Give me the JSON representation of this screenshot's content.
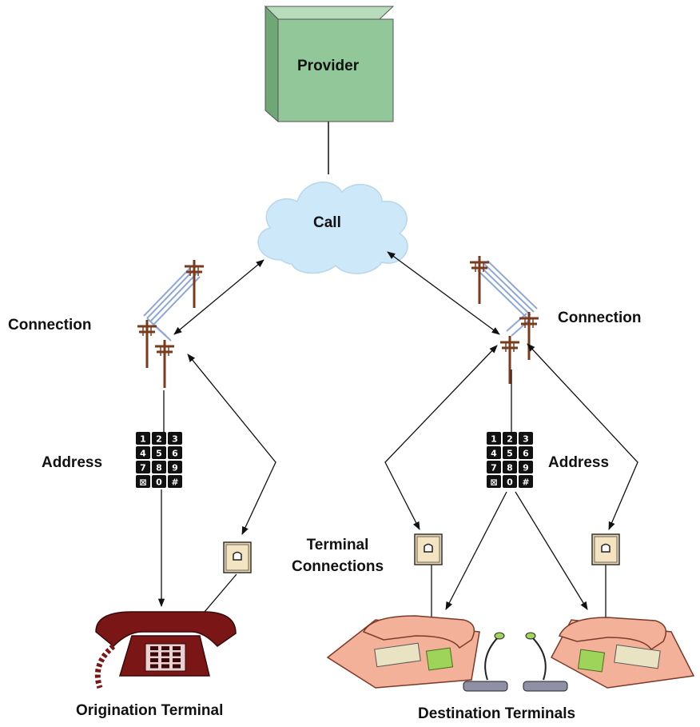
{
  "labels": {
    "provider": "Provider",
    "call": "Call",
    "connection_left": "Connection",
    "connection_right": "Connection",
    "address_left": "Address",
    "address_right": "Address",
    "terminal_connections_line1": "Terminal",
    "terminal_connections_line2": "Connections",
    "origination_terminal": "Origination Terminal",
    "destination_terminals": "Destination Terminals"
  },
  "keypad_keys": [
    "1",
    "2",
    "3",
    "4",
    "5",
    "6",
    "7",
    "8",
    "9",
    "⊠",
    "0",
    "#"
  ],
  "colors": {
    "provider_front": "#92c79a",
    "provider_top": "#b7dcbb",
    "provider_side": "#6fa777",
    "cloud": "#cde8f8",
    "pole": "#7a3b1c",
    "wire": "#8fa8d8",
    "jack": "#e9d3a8",
    "origination_phone": "#7a1616",
    "destination_phone": "#f3b199",
    "destination_phone_accent": "#9fd45a",
    "line": "#111111"
  },
  "icons": [
    "cube-icon",
    "cloud-icon",
    "telephone-pole-icon",
    "keypad-icon",
    "wall-jack-icon",
    "rotary-phone-icon",
    "desk-phone-icon",
    "headset-icon"
  ]
}
